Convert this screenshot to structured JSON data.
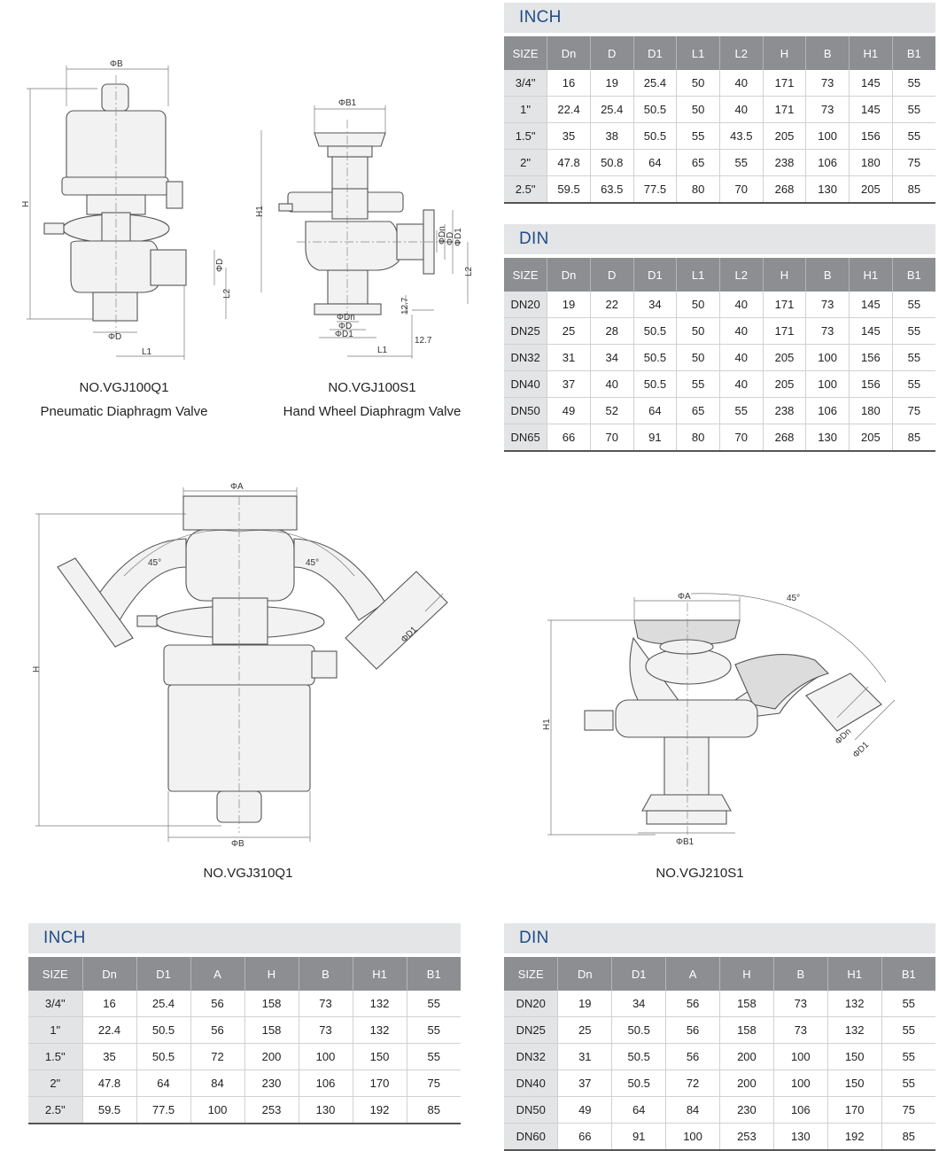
{
  "figures": {
    "vgj100q1": {
      "model": "NO.VGJ100Q1",
      "name": "Pneumatic Diaphragm Valve",
      "labels": {
        "b": "ΦB",
        "h": "H",
        "d": "ΦD",
        "l2": "L2",
        "d_bottom": "ΦD",
        "l1": "L1"
      }
    },
    "vgj100s1": {
      "model": "NO.VGJ100S1",
      "name": "Hand Wheel Diaphragm Valve",
      "labels": {
        "b1": "ΦB1",
        "h1": "H1",
        "dn": "ΦDn",
        "d": "ΦD",
        "d1": "ΦD1",
        "l2": "L2",
        "dn_b": "ΦDn",
        "d_b": "ΦD",
        "d1_b": "ΦD1",
        "l1": "L1",
        "t1": "12.7",
        "t2": "12.7"
      }
    },
    "vgj310q1": {
      "model": "NO.VGJ310Q1",
      "labels": {
        "a": "ΦA",
        "h": "H",
        "ang_l": "45°",
        "ang_r": "45°",
        "d1": "ΦD1",
        "b": "ΦB"
      }
    },
    "vgj210s1": {
      "model": "NO.VGJ210S1",
      "labels": {
        "a": "ΦA",
        "ang": "45°",
        "h1": "H1",
        "dn": "ΦDn",
        "d1": "ΦD1",
        "b1": "ΦB1"
      }
    }
  },
  "tables": {
    "inch_top": {
      "title": "INCH",
      "headers": [
        "SIZE",
        "Dn",
        "D",
        "D1",
        "L1",
        "L2",
        "H",
        "B",
        "H1",
        "B1"
      ],
      "rows": [
        [
          "3/4\"",
          "16",
          "19",
          "25.4",
          "50",
          "40",
          "171",
          "73",
          "145",
          "55"
        ],
        [
          "1\"",
          "22.4",
          "25.4",
          "50.5",
          "50",
          "40",
          "171",
          "73",
          "145",
          "55"
        ],
        [
          "1.5\"",
          "35",
          "38",
          "50.5",
          "55",
          "43.5",
          "205",
          "100",
          "156",
          "55"
        ],
        [
          "2\"",
          "47.8",
          "50.8",
          "64",
          "65",
          "55",
          "238",
          "106",
          "180",
          "75"
        ],
        [
          "2.5\"",
          "59.5",
          "63.5",
          "77.5",
          "80",
          "70",
          "268",
          "130",
          "205",
          "85"
        ]
      ]
    },
    "din_top": {
      "title": "DIN",
      "headers": [
        "SIZE",
        "Dn",
        "D",
        "D1",
        "L1",
        "L2",
        "H",
        "B",
        "H1",
        "B1"
      ],
      "rows": [
        [
          "DN20",
          "19",
          "22",
          "34",
          "50",
          "40",
          "171",
          "73",
          "145",
          "55"
        ],
        [
          "DN25",
          "25",
          "28",
          "50.5",
          "50",
          "40",
          "171",
          "73",
          "145",
          "55"
        ],
        [
          "DN32",
          "31",
          "34",
          "50.5",
          "50",
          "40",
          "205",
          "100",
          "156",
          "55"
        ],
        [
          "DN40",
          "37",
          "40",
          "50.5",
          "55",
          "40",
          "205",
          "100",
          "156",
          "55"
        ],
        [
          "DN50",
          "49",
          "52",
          "64",
          "65",
          "55",
          "238",
          "106",
          "180",
          "75"
        ],
        [
          "DN65",
          "66",
          "70",
          "91",
          "80",
          "70",
          "268",
          "130",
          "205",
          "85"
        ]
      ]
    },
    "inch_bottom": {
      "title": "INCH",
      "headers": [
        "SIZE",
        "Dn",
        "D1",
        "A",
        "H",
        "B",
        "H1",
        "B1"
      ],
      "rows": [
        [
          "3/4\"",
          "16",
          "25.4",
          "56",
          "158",
          "73",
          "132",
          "55"
        ],
        [
          "1\"",
          "22.4",
          "50.5",
          "56",
          "158",
          "73",
          "132",
          "55"
        ],
        [
          "1.5\"",
          "35",
          "50.5",
          "72",
          "200",
          "100",
          "150",
          "55"
        ],
        [
          "2\"",
          "47.8",
          "64",
          "84",
          "230",
          "106",
          "170",
          "75"
        ],
        [
          "2.5\"",
          "59.5",
          "77.5",
          "100",
          "253",
          "130",
          "192",
          "85"
        ]
      ]
    },
    "din_bottom": {
      "title": "DIN",
      "headers": [
        "SIZE",
        "Dn",
        "D1",
        "A",
        "H",
        "B",
        "H1",
        "B1"
      ],
      "rows": [
        [
          "DN20",
          "19",
          "34",
          "56",
          "158",
          "73",
          "132",
          "55"
        ],
        [
          "DN25",
          "25",
          "50.5",
          "56",
          "158",
          "73",
          "132",
          "55"
        ],
        [
          "DN32",
          "31",
          "50.5",
          "56",
          "200",
          "100",
          "150",
          "55"
        ],
        [
          "DN40",
          "37",
          "50.5",
          "72",
          "200",
          "100",
          "150",
          "55"
        ],
        [
          "DN50",
          "49",
          "64",
          "84",
          "230",
          "106",
          "170",
          "75"
        ],
        [
          "DN60",
          "66",
          "91",
          "100",
          "253",
          "130",
          "192",
          "85"
        ]
      ]
    }
  }
}
